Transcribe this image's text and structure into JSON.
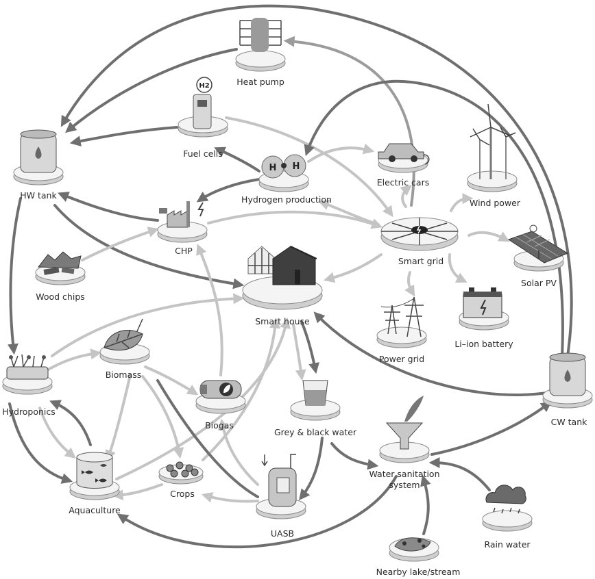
{
  "nodes": {
    "heat_pump": "Heat pump",
    "fuel_cells": "Fuel cells",
    "hw_tank": "HW tank",
    "hydrogen_production": "Hydrogen production",
    "electric_cars": "Electric cars",
    "wind_power": "Wind power",
    "chp": "CHP",
    "smart_grid": "Smart grid",
    "solar_pv": "Solar PV",
    "wood_chips": "Wood chips",
    "smart_house": "Smart house",
    "power_grid": "Power grid",
    "li_ion_battery": "Li–ion battery",
    "biomass": "Biomass",
    "hydroponics": "Hydroponics",
    "biogas": "Biogas",
    "grey_black_water": "Grey & black water",
    "cw_tank": "CW tank",
    "water_sanitation_line1": "Water sanitation",
    "water_sanitation_line2": "system",
    "crops": "Crops",
    "aquaculture": "Aquaculture",
    "uasb": "UASB",
    "rain_water": "Rain water",
    "nearby_lake": "Nearby lake/stream"
  },
  "icons": {
    "heat_pump": "heat-pump-icon",
    "fuel_cells": "h2-dispenser-icon",
    "hw_tank": "water-tank-icon",
    "hydrogen_production": "h2-molecule-icon",
    "electric_cars": "electric-car-icon",
    "wind_power": "wind-turbine-icon",
    "chp": "chp-plant-icon",
    "smart_grid": "smart-grid-hub-icon",
    "solar_pv": "solar-panel-icon",
    "wood_chips": "wood-chips-icon",
    "smart_house": "greenhouse-house-icon",
    "power_grid": "pylon-icon",
    "li_ion_battery": "battery-icon",
    "biomass": "leaf-icon",
    "hydroponics": "plant-tray-icon",
    "biogas": "biogas-tank-icon",
    "grey_black_water": "glass-icon",
    "cw_tank": "water-tank-icon",
    "water_sanitation": "funnel-icon",
    "crops": "crops-icon",
    "aquaculture": "fish-tank-icon",
    "uasb": "reactor-icon",
    "rain_water": "rain-cloud-icon",
    "nearby_lake": "lake-icon"
  },
  "colors": {
    "arrow_dark": "#6f6f6f",
    "arrow_mid": "#9b9b9b",
    "arrow_light": "#c4c4c4"
  }
}
